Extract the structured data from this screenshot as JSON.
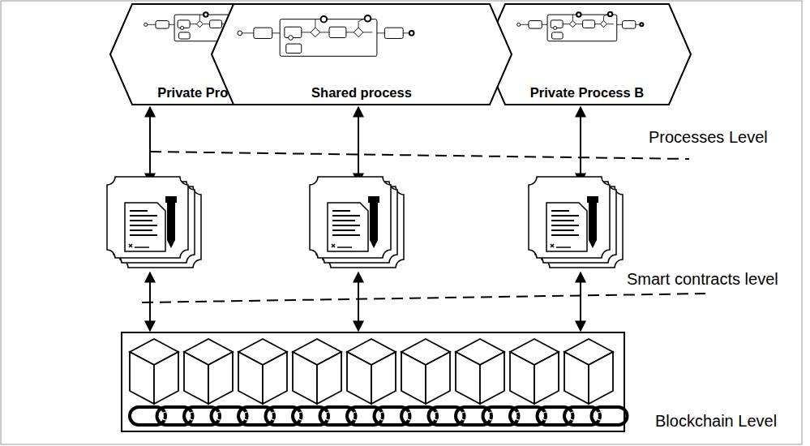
{
  "diagram": {
    "nodes": [
      {
        "text": [
          "Private Process A"
        ]
      },
      {
        "text": [
          "Shared process"
        ]
      },
      {
        "text": [
          "Private Process B"
        ]
      }
    ],
    "labels": [
      "Processes Level",
      "Smart contracts level",
      "Blockchain Level"
    ]
  }
}
